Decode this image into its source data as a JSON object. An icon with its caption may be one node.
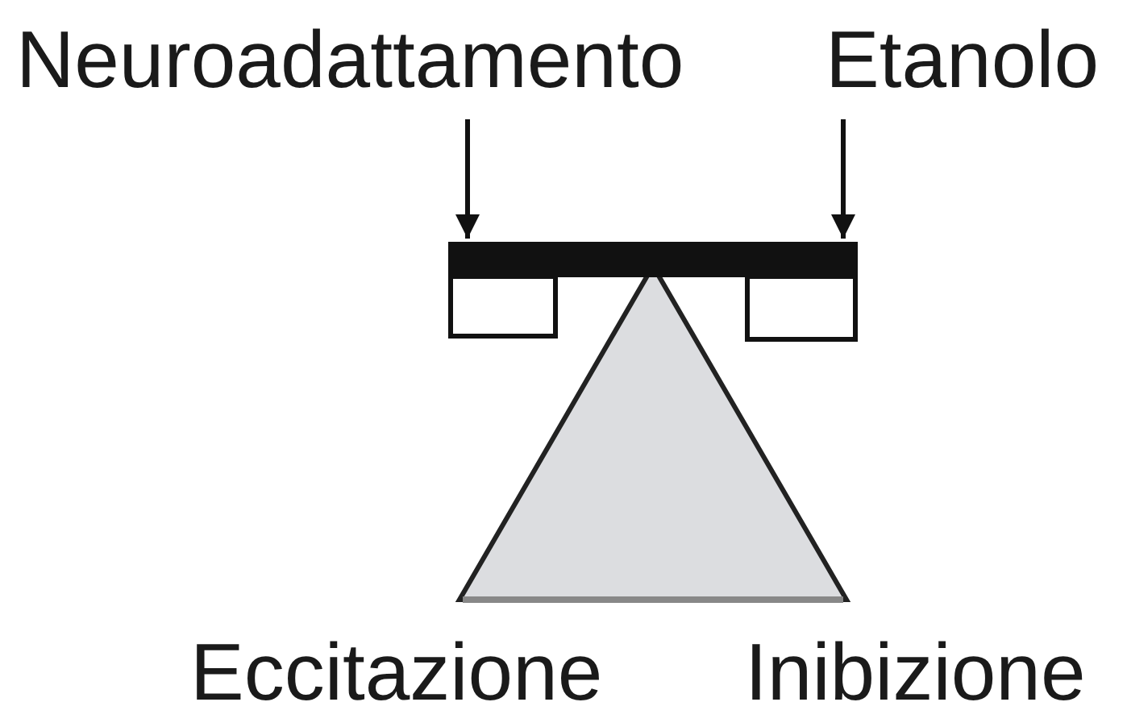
{
  "diagram": {
    "nodes": [
      {
        "text": [
          "Neuroadattamento"
        ]
      },
      {
        "text": [
          "Etanolo"
        ]
      },
      {
        "text": [],
        "shape": "box"
      },
      {
        "text": [],
        "shape": "box"
      }
    ],
    "edges": [
      {
        "from": 0,
        "to": 2,
        "arrow": "to"
      },
      {
        "from": 1,
        "to": 3,
        "arrow": "to"
      }
    ],
    "labels": [
      "Eccitazione",
      "Inibizione"
    ]
  }
}
